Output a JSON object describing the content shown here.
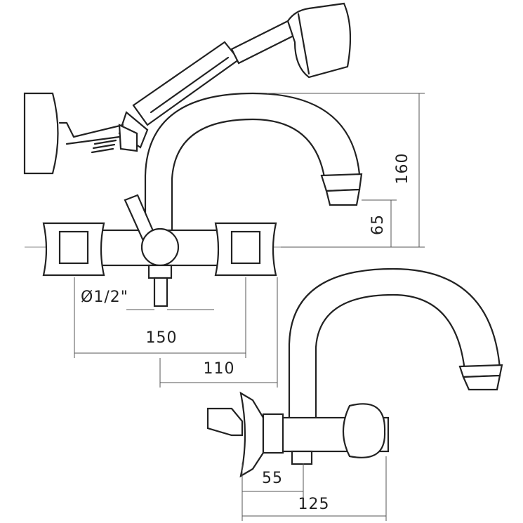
{
  "drawing": {
    "dimensions": {
      "height_total": "160",
      "spout_height": "65",
      "connection": "Ø1/2\"",
      "width_front": "150",
      "spout_offset": "110",
      "side_depth_body": "55",
      "side_depth_total": "125"
    }
  }
}
